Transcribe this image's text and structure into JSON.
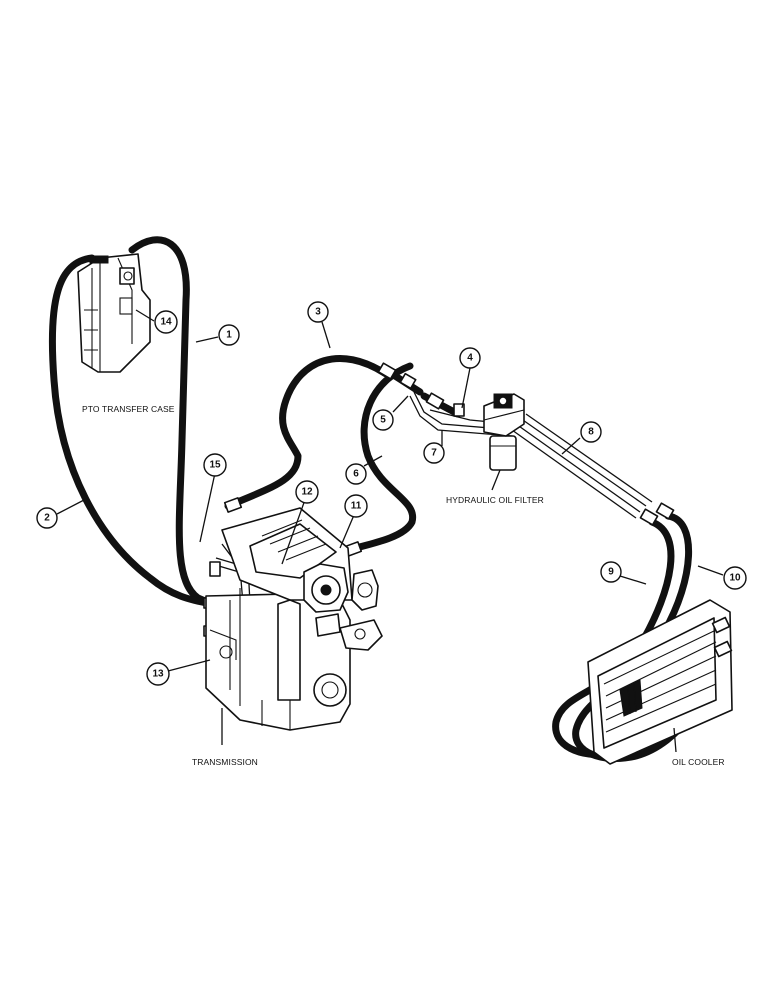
{
  "components": {
    "pto_transfer_case": "PTO TRANSFER CASE",
    "hydraulic_oil_filter": "HYDRAULIC OIL FILTER",
    "transmission": "TRANSMISSION",
    "oil_cooler": "OIL COOLER"
  },
  "callouts": [
    "1",
    "2",
    "3",
    "4",
    "5",
    "6",
    "7",
    "8",
    "9",
    "10",
    "11",
    "12",
    "13",
    "14",
    "15"
  ]
}
